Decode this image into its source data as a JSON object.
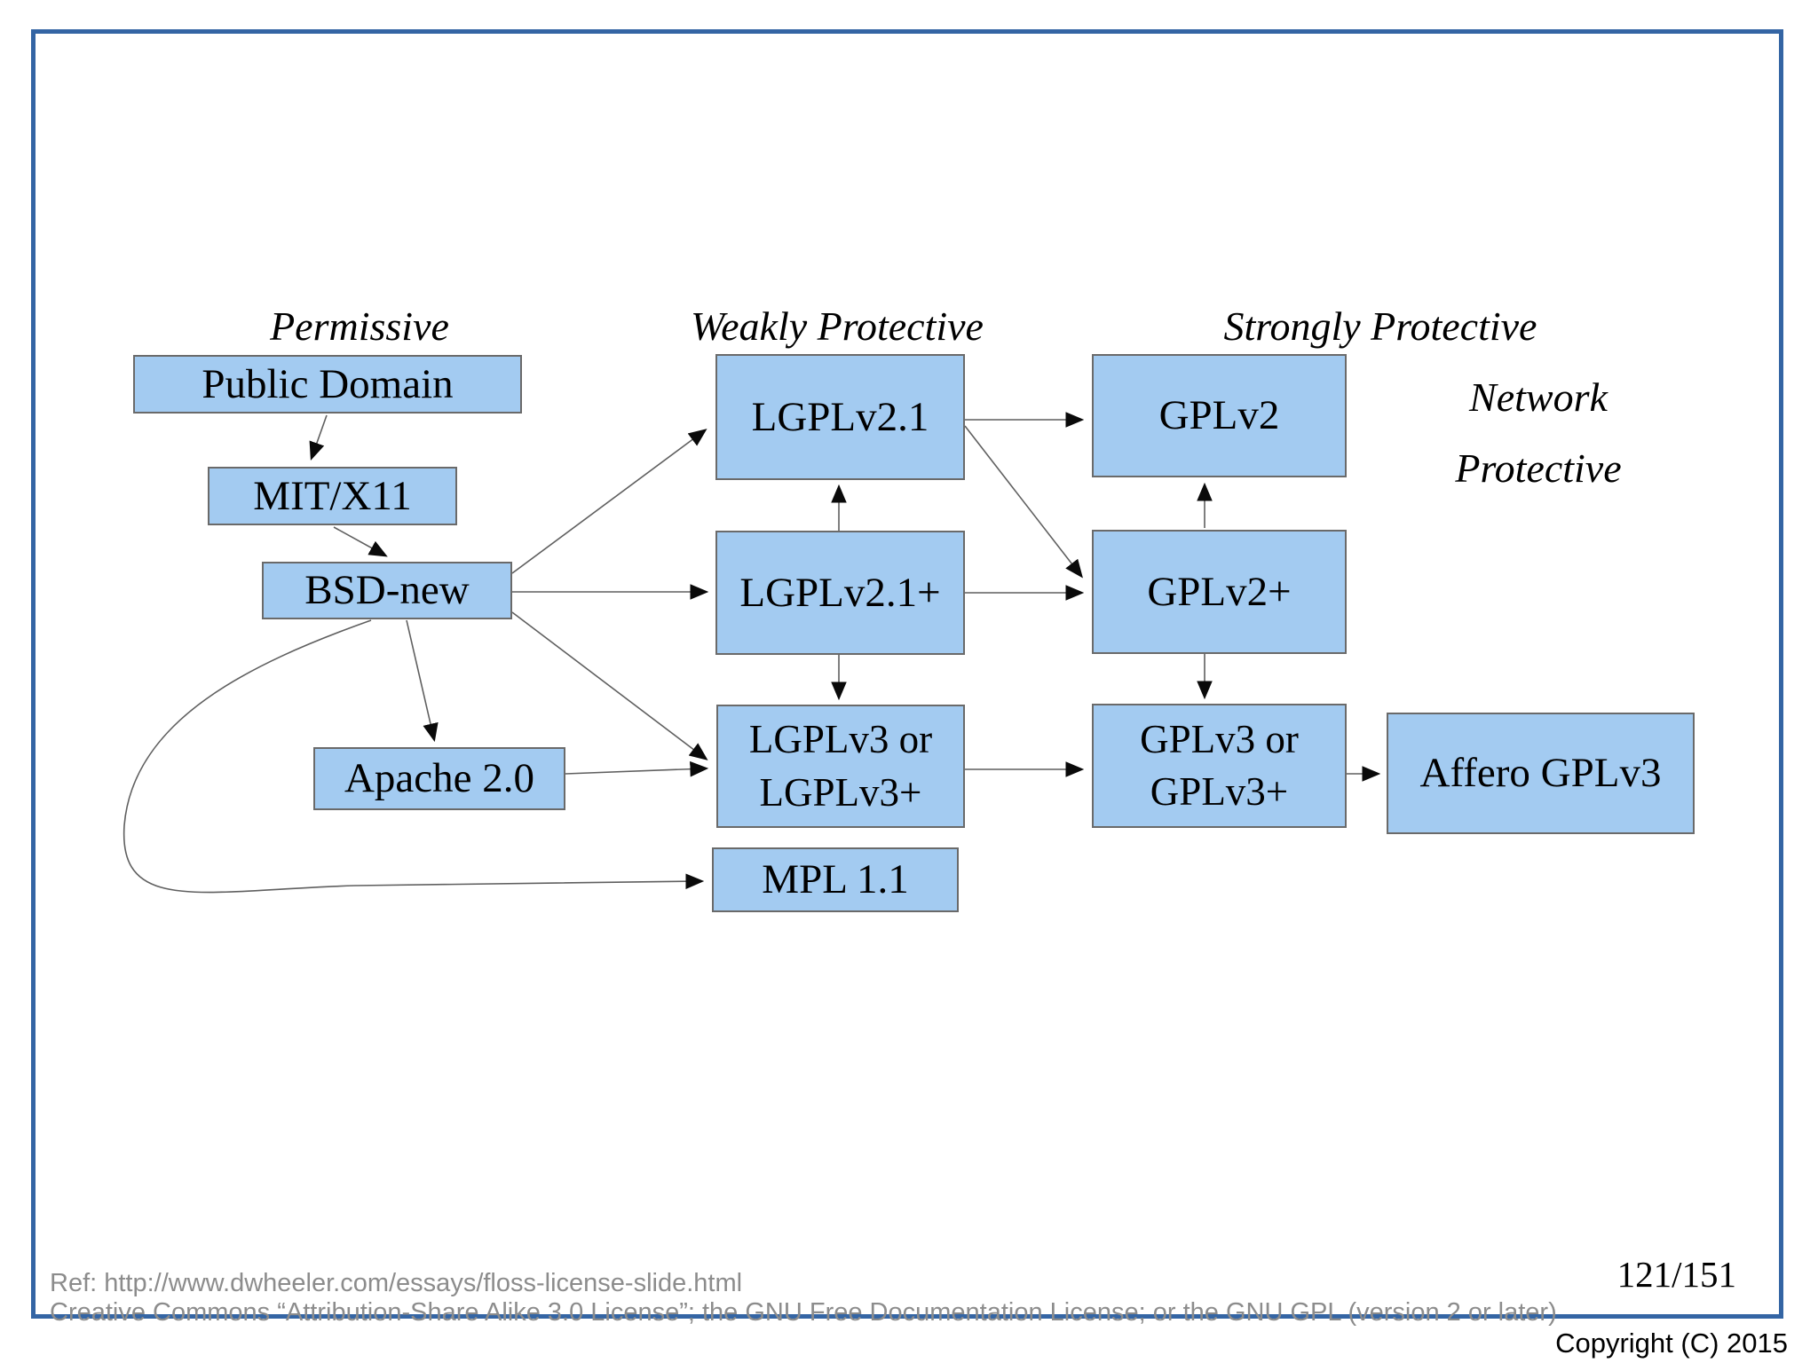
{
  "slide": {
    "headers": {
      "permissive": "Permissive",
      "weakly_protective": "Weakly Protective",
      "strongly_protective": "Strongly Protective",
      "network_protective": "Network\nProtective"
    },
    "nodes": {
      "public_domain": "Public Domain",
      "mit_x11": "MIT/X11",
      "bsd_new": "BSD-new",
      "apache_2_0": "Apache 2.0",
      "lgplv2_1": "LGPLv2.1",
      "lgplv2_1_plus": "LGPLv2.1+",
      "lgplv3": "LGPLv3 or\nLGPLv3+",
      "mpl_1_1": "MPL 1.1",
      "gplv2": "GPLv2",
      "gplv2_plus": "GPLv2+",
      "gplv3": "GPLv3 or\nGPLv3+",
      "affero_gplv3": "Affero GPLv3"
    },
    "edges": [
      {
        "from": "public_domain",
        "to": "mit_x11"
      },
      {
        "from": "mit_x11",
        "to": "bsd_new"
      },
      {
        "from": "bsd_new",
        "to": "apache_2_0"
      },
      {
        "from": "bsd_new",
        "to": "lgplv2_1"
      },
      {
        "from": "bsd_new",
        "to": "lgplv2_1_plus"
      },
      {
        "from": "bsd_new",
        "to": "lgplv3"
      },
      {
        "from": "bsd_new",
        "to": "mpl_1_1"
      },
      {
        "from": "apache_2_0",
        "to": "lgplv3"
      },
      {
        "from": "lgplv2_1",
        "to": "gplv2"
      },
      {
        "from": "lgplv2_1",
        "to": "gplv2_plus"
      },
      {
        "from": "lgplv2_1_plus",
        "to": "lgplv2_1"
      },
      {
        "from": "lgplv2_1_plus",
        "to": "gplv2_plus"
      },
      {
        "from": "lgplv2_1_plus",
        "to": "lgplv3"
      },
      {
        "from": "lgplv3",
        "to": "gplv3"
      },
      {
        "from": "gplv2_plus",
        "to": "gplv2"
      },
      {
        "from": "gplv2_plus",
        "to": "gplv3"
      },
      {
        "from": "gplv3",
        "to": "affero_gplv3"
      }
    ],
    "footer": {
      "ref_line": "Ref: http://www.dwheeler.com/essays/floss-license-slide.html",
      "license_line": "Creative Commons “Attribution-Share Alike 3.0 License”; the GNU Free Documentation License; or the GNU GPL (version 2 or later)",
      "page_number": "121/151",
      "copyright": "Copyright (C) 2015"
    },
    "colors": {
      "node_fill": "#A3CBF1",
      "node_border": "#6A6A6A",
      "slide_border": "#3465A4",
      "arrow_line": "#5F5F5F",
      "arrow_head": "#0A0A0A",
      "footer_text": "#8C8C8C",
      "text": "#000000"
    }
  }
}
